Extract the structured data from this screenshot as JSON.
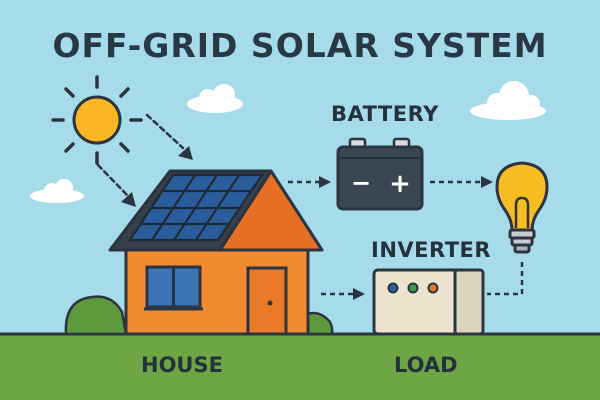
{
  "title": "OFF-GRID SOLAR SYSTEM",
  "components": {
    "battery": {
      "label": "BATTERY",
      "minus": "−",
      "plus": "+"
    },
    "inverter": {
      "label": "INVERTER",
      "indicator_colors": [
        "#2f5fa8",
        "#3c9b4a",
        "#e07a2b"
      ]
    },
    "house": {
      "label": "HOUSE"
    },
    "load": {
      "label": "LOAD"
    }
  },
  "icons": [
    "sun-icon",
    "solar-panel-icon",
    "battery-icon",
    "inverter-icon",
    "light-bulb-icon",
    "cloud-icon",
    "bush-icon"
  ],
  "colors": {
    "sky": "#a6dbe9",
    "grass": "#6fa645",
    "sun": "#f9b522",
    "house_wall": "#f28a31",
    "roof": "#e66f25",
    "solar_panel": "#2a5d9b",
    "battery_body": "#3a4652",
    "bulb": "#f9bd24",
    "outline": "#2b3440"
  }
}
